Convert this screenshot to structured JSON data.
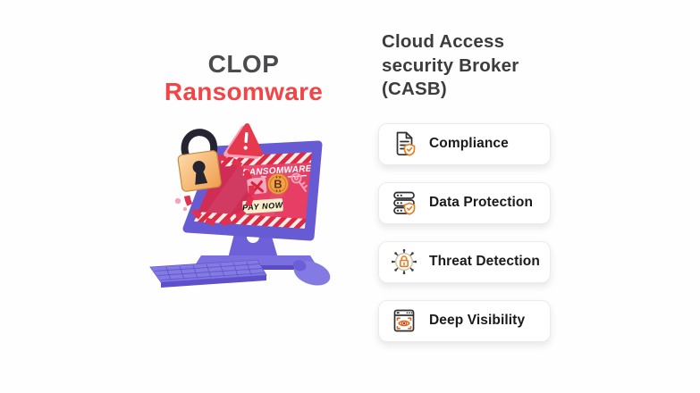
{
  "left": {
    "title_line1": "CLOP",
    "title_line2": "Ransomware",
    "monitor": {
      "banner": "RANSOMWARE",
      "pay_button": "PAY NOW",
      "bitcoin_symbol": "B"
    }
  },
  "right": {
    "heading": "Cloud Access security Broker (CASB)",
    "cards": [
      {
        "label": "Compliance",
        "icon": "document-shield-icon"
      },
      {
        "label": "Data Protection",
        "icon": "server-shield-icon"
      },
      {
        "label": "Threat Detection",
        "icon": "network-lock-icon"
      },
      {
        "label": "Deep Visibility",
        "icon": "window-eye-icon"
      }
    ]
  },
  "colors": {
    "title_dark": "#4b4b4d",
    "title_red": "#f34545",
    "heading_dark": "#3c3c3e",
    "card_text": "#1a1a1d",
    "accent_orange": "#e0812c",
    "screen_pink": "#e73e66",
    "stripe_red": "#da2b40",
    "monitor_purple": "#665bd3",
    "keyboard_purple": "#837ae3",
    "lock_orange": "#f3a455",
    "warning_red": "#e5394e"
  }
}
